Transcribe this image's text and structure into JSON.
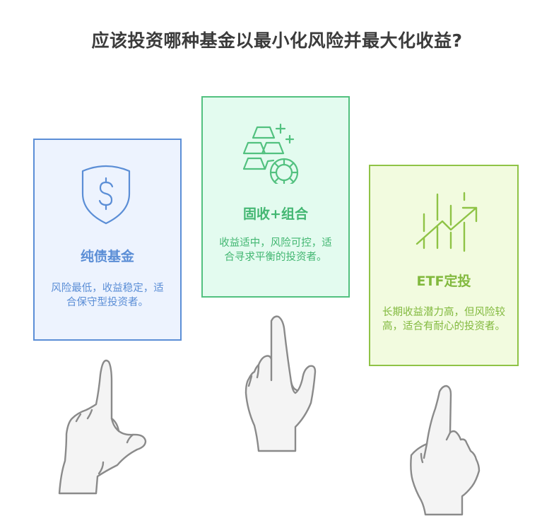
{
  "title": "应该投资哪种基金以最小化风险并最大化收益?",
  "colors": {
    "title": "#3b3b3b",
    "bond_accent": "#5b8ed6",
    "bond_bg": "#edf3fe",
    "mixed_accent": "#52c17f",
    "mixed_bg": "#e3fbef",
    "etf_accent": "#8fc346",
    "etf_bg": "#f2fbdf",
    "hand_fill": "#f4f4f4",
    "hand_stroke": "#8a8a8a"
  },
  "options": [
    {
      "id": "bond",
      "icon": "shield-dollar-icon",
      "title": "纯债基金",
      "description": "风险最低，收益稳定，适合保守型投资者。"
    },
    {
      "id": "mixed",
      "icon": "gold-bars-coin-icon",
      "title": "固收+组合",
      "description": "收益适中，风险可控，适合寻求平衡的投资者。"
    },
    {
      "id": "etf",
      "icon": "trend-up-chart-icon",
      "title": "ETF定投",
      "description": "长期收益潜力高，但风险较高，适合有耐心的投资者。"
    }
  ]
}
